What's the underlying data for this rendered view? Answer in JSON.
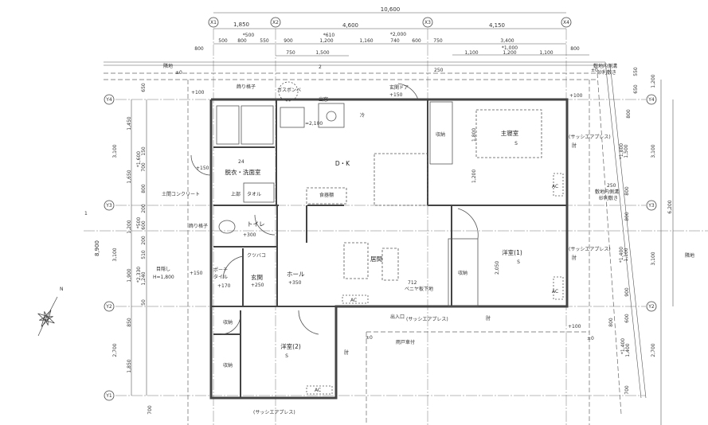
{
  "grid": {
    "x_labels": [
      "X1",
      "X2",
      "X3",
      "X4"
    ],
    "y_labels": [
      "Y4",
      "Y3",
      "Y2",
      "Y1"
    ]
  },
  "dims_top": {
    "overall": "10,600",
    "row1": [
      "1,850",
      "4,600",
      "4,150"
    ],
    "row2": [
      "500",
      "800",
      "550",
      "900",
      "1,200",
      "1,160",
      "740",
      "600",
      "750",
      "3,400",
      "800"
    ],
    "row2_notes": [
      "*500",
      "*610",
      "*2,000",
      "*1,000"
    ],
    "row3": [
      "750",
      "1,500",
      "1,100",
      "1,200",
      "1,100"
    ],
    "left_stub": "800"
  },
  "dims_left": {
    "overall": "8,900",
    "col1": [
      "3,100",
      "3,100",
      "2,700"
    ],
    "col2": [
      "1,450",
      "1,650",
      "1,200",
      "1,900",
      "850",
      "1,850"
    ],
    "col3": [
      "150",
      "700",
      "800",
      "200",
      "600",
      "200",
      "510",
      "1,240",
      "50"
    ],
    "notes": [
      "*1,600",
      "*500",
      "*2,330"
    ],
    "top_stub": "650",
    "bottom_stub": "700"
  },
  "dims_right": {
    "outer": [
      "1,200",
      "3,100",
      "3,100",
      "2,700"
    ],
    "overall": "6,200",
    "inner": [
      "550",
      "650",
      "800",
      "*1,800",
      "1,500",
      "800",
      "800",
      "*1,400",
      "1,100",
      "900",
      "600",
      "800",
      "*1,400",
      "1,400",
      "700"
    ]
  },
  "rooms": {
    "wash": "脱衣・洗面室",
    "wash_num": "24",
    "upper": "上部",
    "towel": "タオル",
    "toilet": "トイレ",
    "toilet_level": "+300",
    "dk": "D・K",
    "cupboard": "食器棚",
    "fridge": "冷",
    "bay_window": "出窓",
    "range_height": "=2,100",
    "living": "居間",
    "living_note_num": "712",
    "living_note": "ベニヤ板下地",
    "hall": "ホール",
    "hall_level": "+350",
    "entrance": "玄関",
    "entrance_level": "+250",
    "shoe_box": "クツバコ",
    "porch": "ポーチ",
    "porch_tile": "タイル",
    "porch_level": "+170",
    "master": "主寝室",
    "western1": "洋室(1)",
    "western2": "洋室(2)",
    "storage": "収納",
    "storage_depth": "1,200",
    "storage_depth2": "2,050",
    "master_depth": "1,800",
    "bed_mark": "S"
  },
  "annotations": {
    "gas": "ガスボンベ",
    "lattice": "飾り格子",
    "front_door": "玄関ドア",
    "front_door_level": "+150",
    "sash": "(サッシエアプレス)",
    "ac": "AC",
    "exit": "出入口",
    "shutter": "雨戸車付",
    "concrete": "土間コンクリート",
    "screen": "目隠し",
    "screen_h": "H=1,800",
    "neighbor": "隣地",
    "gutter1": "敷地内側溝",
    "gutter2": "砂利敷き",
    "gutter_w": "250",
    "zero": "±0",
    "plus100": "+100",
    "plus150": "+150",
    "north": "N",
    "mark2": "2",
    "mark1": "1",
    "hinge": "肘"
  }
}
